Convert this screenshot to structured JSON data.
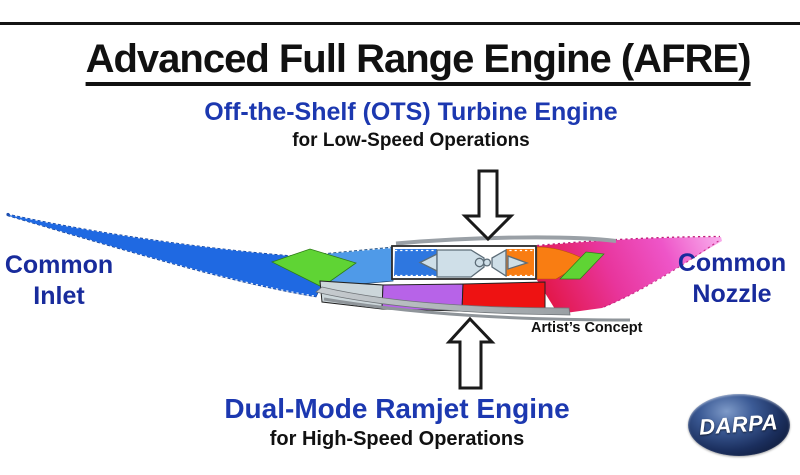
{
  "slide": {
    "title": "Advanced Full Range Engine (AFRE)",
    "artists_concept_note": "Artist’s Concept"
  },
  "turbine_callout": {
    "heading": "Off-the-Shelf (OTS) Turbine Engine",
    "subheading": "for Low-Speed Operations"
  },
  "ramjet_callout": {
    "heading": "Dual-Mode Ramjet Engine",
    "subheading": "for High-Speed Operations"
  },
  "inlet_label": {
    "line1": "Common",
    "line2": "Inlet"
  },
  "nozzle_label": {
    "line1": "Common",
    "line2": "Nozzle"
  },
  "logo": {
    "text": "DARPA"
  },
  "colors": {
    "title_text": "#111111",
    "heading_blue": "#1c38b0",
    "label_navy": "#182b9c",
    "inlet_blue": "#1f69e2",
    "duct_blue": "#4f9ae8",
    "bypass_green": "#5fd434",
    "orange": "#f97d12",
    "purple": "#b763e8",
    "red": "#ee1212",
    "crimson": "#e21441",
    "pink": "#ee55c8",
    "pink_light": "#f8a8ea",
    "gray_section": "#ccd6da",
    "engine_steel": "#cfdfe8",
    "cowl_gray": "#b4babe",
    "arrow_fill": "#ffffff",
    "arrow_stroke": "#1a1a1a",
    "logo_navy": "#13254d"
  }
}
